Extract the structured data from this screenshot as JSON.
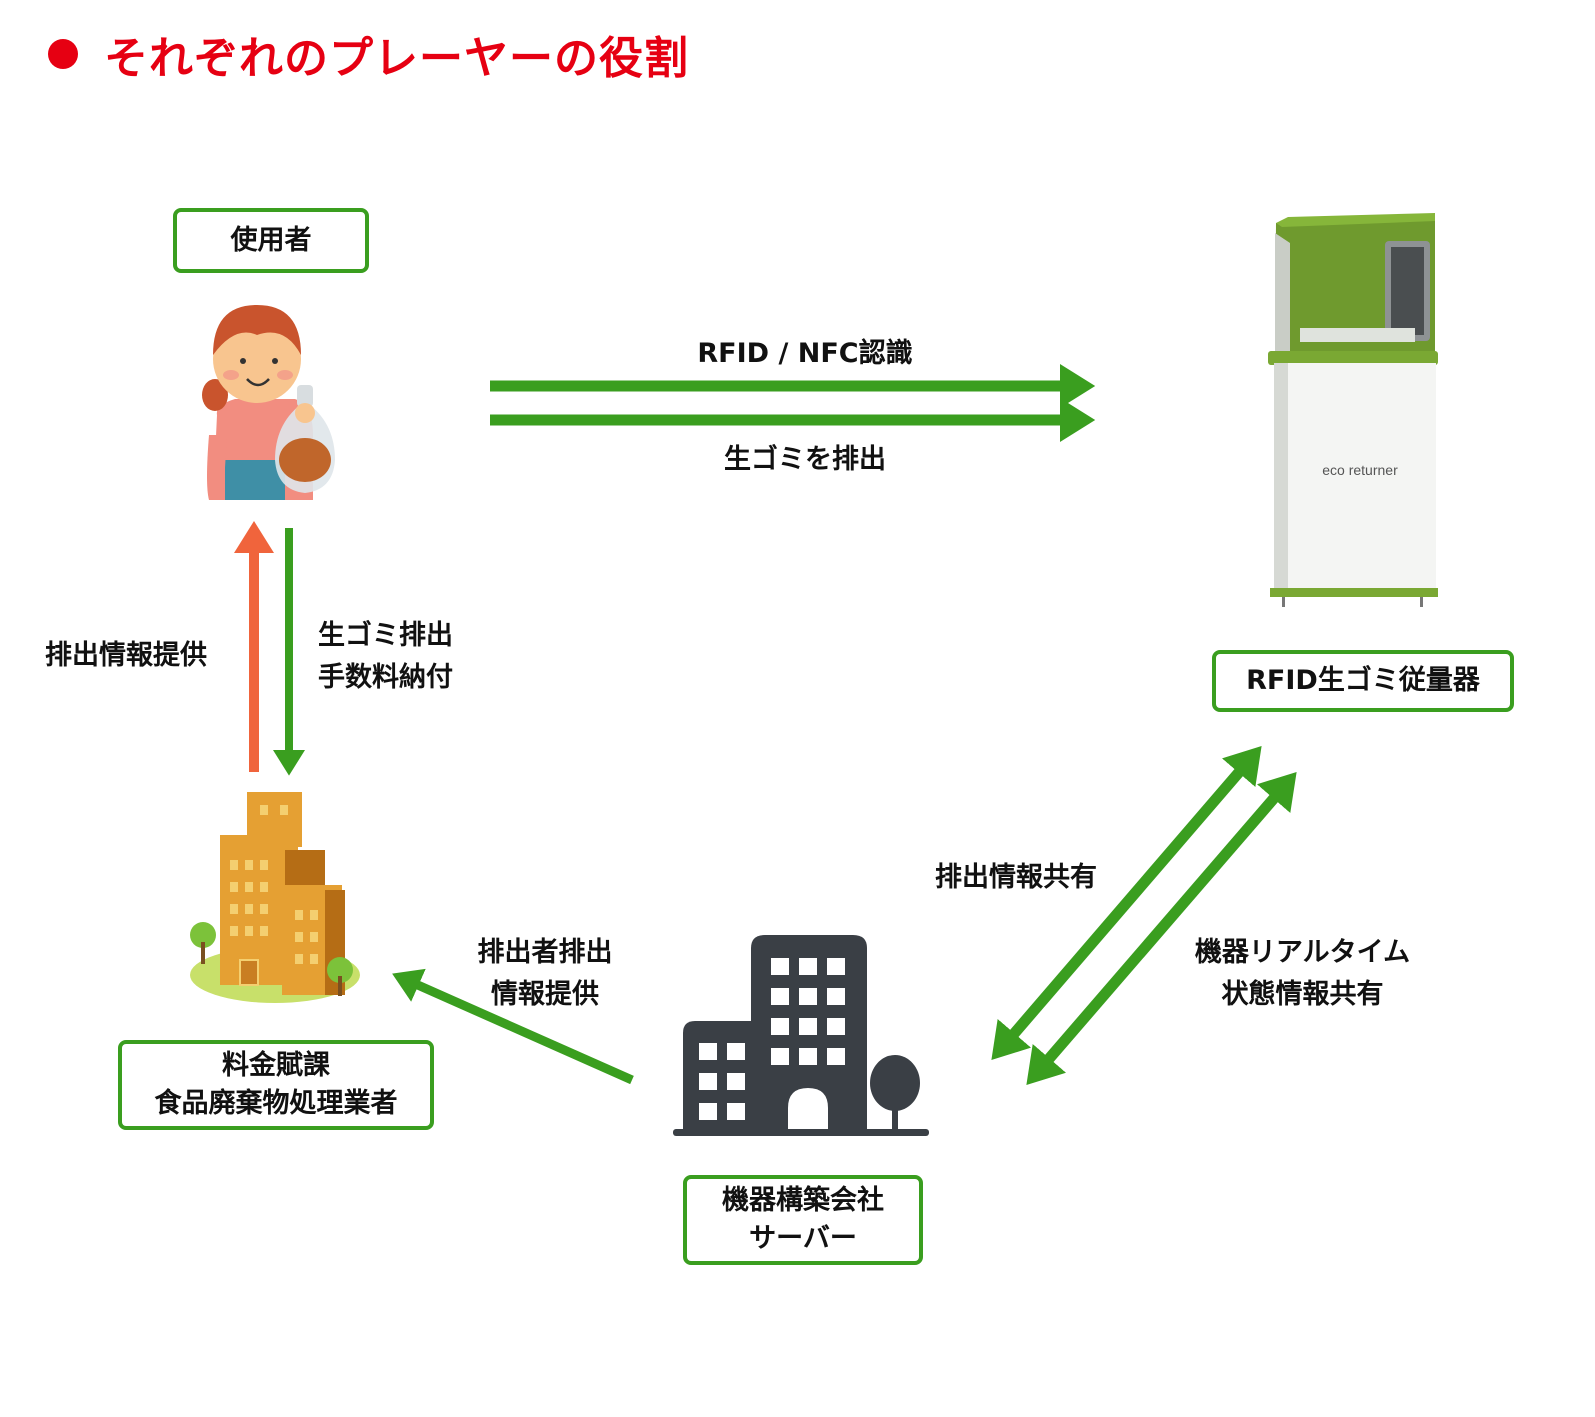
{
  "title": {
    "bullet_icon": "red-circle-bullet",
    "text": "それぞれのプレーヤーの役割"
  },
  "colors": {
    "accent_green": "#3a9e1f",
    "arrow_orange": "#f0643c",
    "title_red": "#e60012",
    "building_dark": "#3a3f45"
  },
  "players": {
    "user": {
      "label": "使用者",
      "icon": "woman-with-garbage-bag-icon"
    },
    "device": {
      "label": "RFID生ゴミ従量器",
      "icon": "eco-returner-machine-icon",
      "brand_text": "eco returner"
    },
    "municipality": {
      "label_line1": "料金賦課",
      "label_line2": "食品廃棄物処理業者",
      "icon": "orange-office-building-icon"
    },
    "server": {
      "label_line1": "機器構築会社",
      "label_line2": "サーバー",
      "icon": "dark-company-building-icon"
    }
  },
  "flows": {
    "user_to_device_top": "RFID / NFC認識",
    "user_to_device_bottom": "生ゴミを排出",
    "muni_to_user": "排出情報提供",
    "user_to_muni_line1": "生ゴミ排出",
    "user_to_muni_line2": "手数料納付",
    "server_to_muni_line1": "排出者排出",
    "server_to_muni_line2": "情報提供",
    "server_device_left": "排出情報共有",
    "server_device_right_line1": "機器リアルタイム",
    "server_device_right_line2": "状態情報共有"
  }
}
